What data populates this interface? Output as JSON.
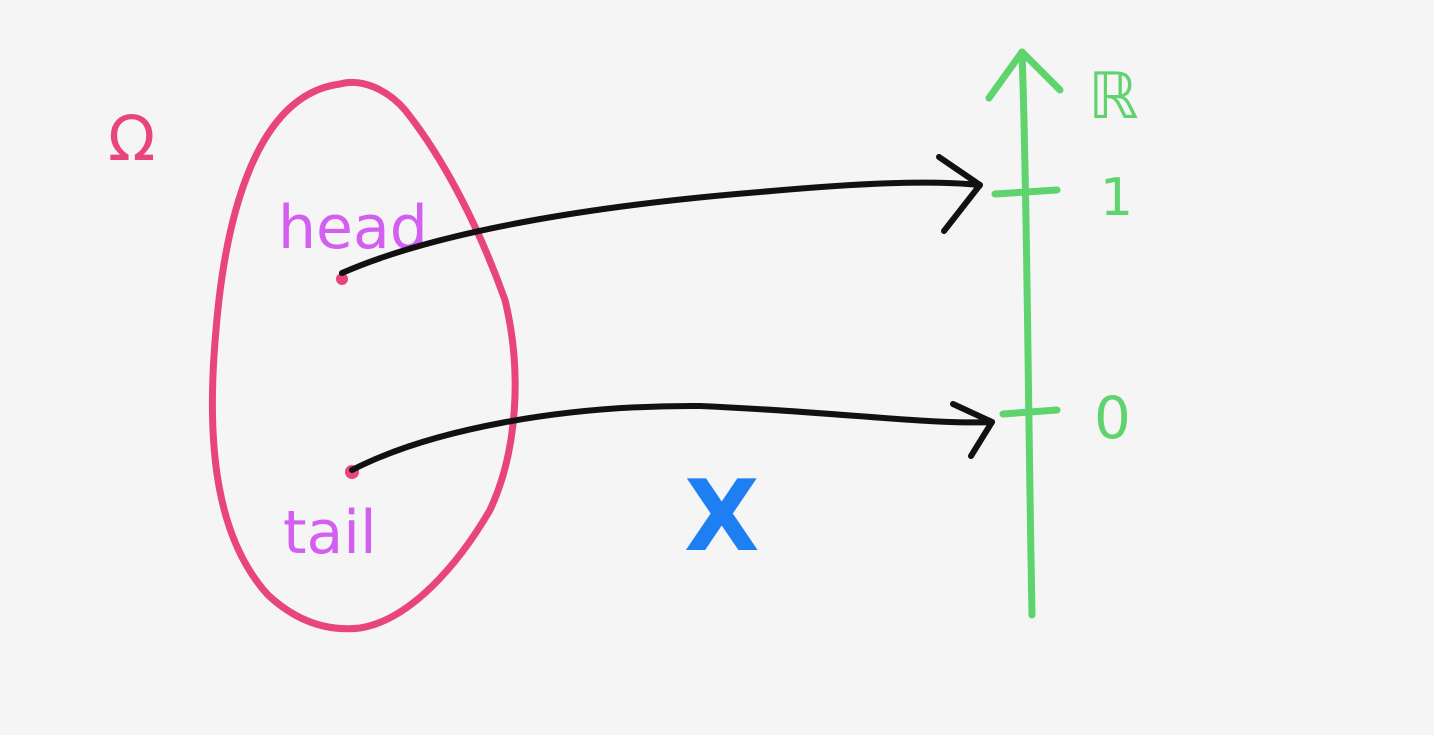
{
  "diagram": {
    "sample_space": {
      "label": "Ω",
      "outcomes": [
        {
          "label": "head"
        },
        {
          "label": "tail"
        }
      ]
    },
    "random_variable": {
      "label": "X"
    },
    "real_line": {
      "label": "ℝ",
      "ticks": [
        {
          "label": "1"
        },
        {
          "label": "0"
        }
      ]
    },
    "mappings": [
      {
        "from": "head",
        "to": "1"
      },
      {
        "from": "tail",
        "to": "0"
      }
    ]
  },
  "colors": {
    "background": "#f5f5f5",
    "sample_space": "#e8457f",
    "outcome_text": "#d35ff0",
    "real_line": "#5fd36e",
    "arrows": "#111111",
    "random_variable": "#1e7ff2"
  }
}
